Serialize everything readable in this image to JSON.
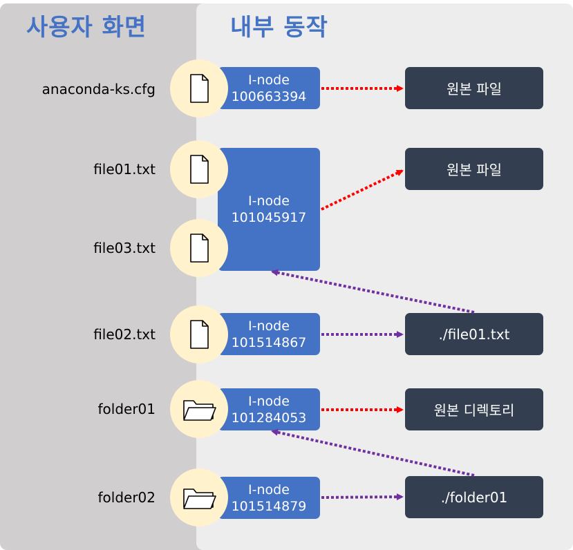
{
  "headings": {
    "user_view": "사용자 화면",
    "internal": "내부 동작"
  },
  "files": [
    {
      "name": "anaconda-ks.cfg",
      "icon": "file-icon"
    },
    {
      "name": "file01.txt",
      "icon": "file-icon"
    },
    {
      "name": "file03.txt",
      "icon": "file-icon"
    },
    {
      "name": "file02.txt",
      "icon": "file-icon"
    },
    {
      "name": "folder01",
      "icon": "folder-icon"
    },
    {
      "name": "folder02",
      "icon": "folder-icon"
    }
  ],
  "inodes": [
    {
      "label": "I-node",
      "number": "100663394"
    },
    {
      "label": "I-node",
      "number": "101045917"
    },
    {
      "label": "I-node",
      "number": "101514867"
    },
    {
      "label": "I-node",
      "number": "101284053"
    },
    {
      "label": "I-node",
      "number": "101514879"
    }
  ],
  "targets": [
    {
      "text": "원본 파일"
    },
    {
      "text": "원본 파일"
    },
    {
      "text": "./file01.txt"
    },
    {
      "text": "원본 디렉토리"
    },
    {
      "text": "./folder01"
    }
  ],
  "colors": {
    "heading": "#4472c4",
    "inode": "#4472c4",
    "target": "#333f50",
    "circle": "#fff2cc",
    "hardlink_arrow": "#ff0000",
    "symlink_arrow": "#7030a0"
  }
}
